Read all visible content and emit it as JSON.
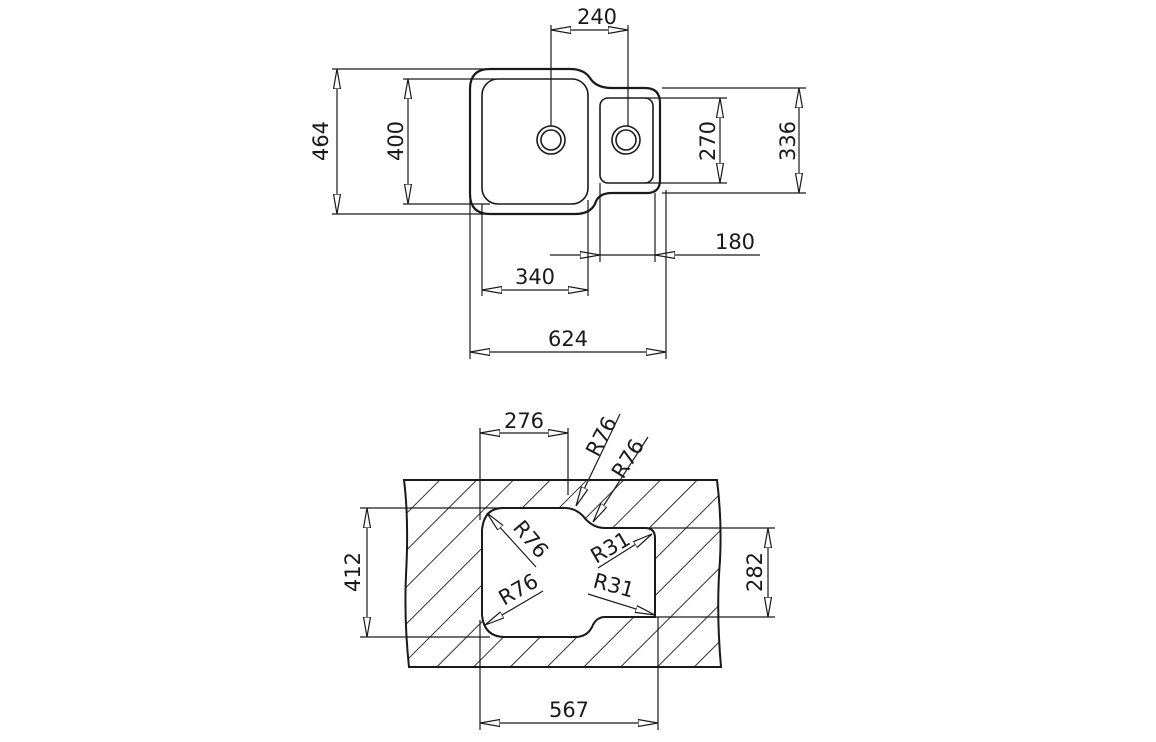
{
  "top_view": {
    "dim_drain_spacing": "240",
    "dim_overall_depth": "464",
    "dim_main_bowl_depth": "400",
    "dim_small_bowl_depth": "270",
    "dim_small_section_depth": "336",
    "dim_small_bowl_width": "180",
    "dim_main_bowl_width": "340",
    "dim_overall_width": "624"
  },
  "cutout_view": {
    "dim_main_cut_width": "276",
    "dim_radius_top_1": "R76",
    "dim_radius_top_2": "R76",
    "dim_radius_inner_top": "R76",
    "dim_radius_inner_bottom": "R76",
    "dim_radius_small_top": "R31",
    "dim_radius_small_bottom": "R31",
    "dim_cut_depth": "412",
    "dim_small_cut_depth": "282",
    "dim_cut_width": "567"
  }
}
